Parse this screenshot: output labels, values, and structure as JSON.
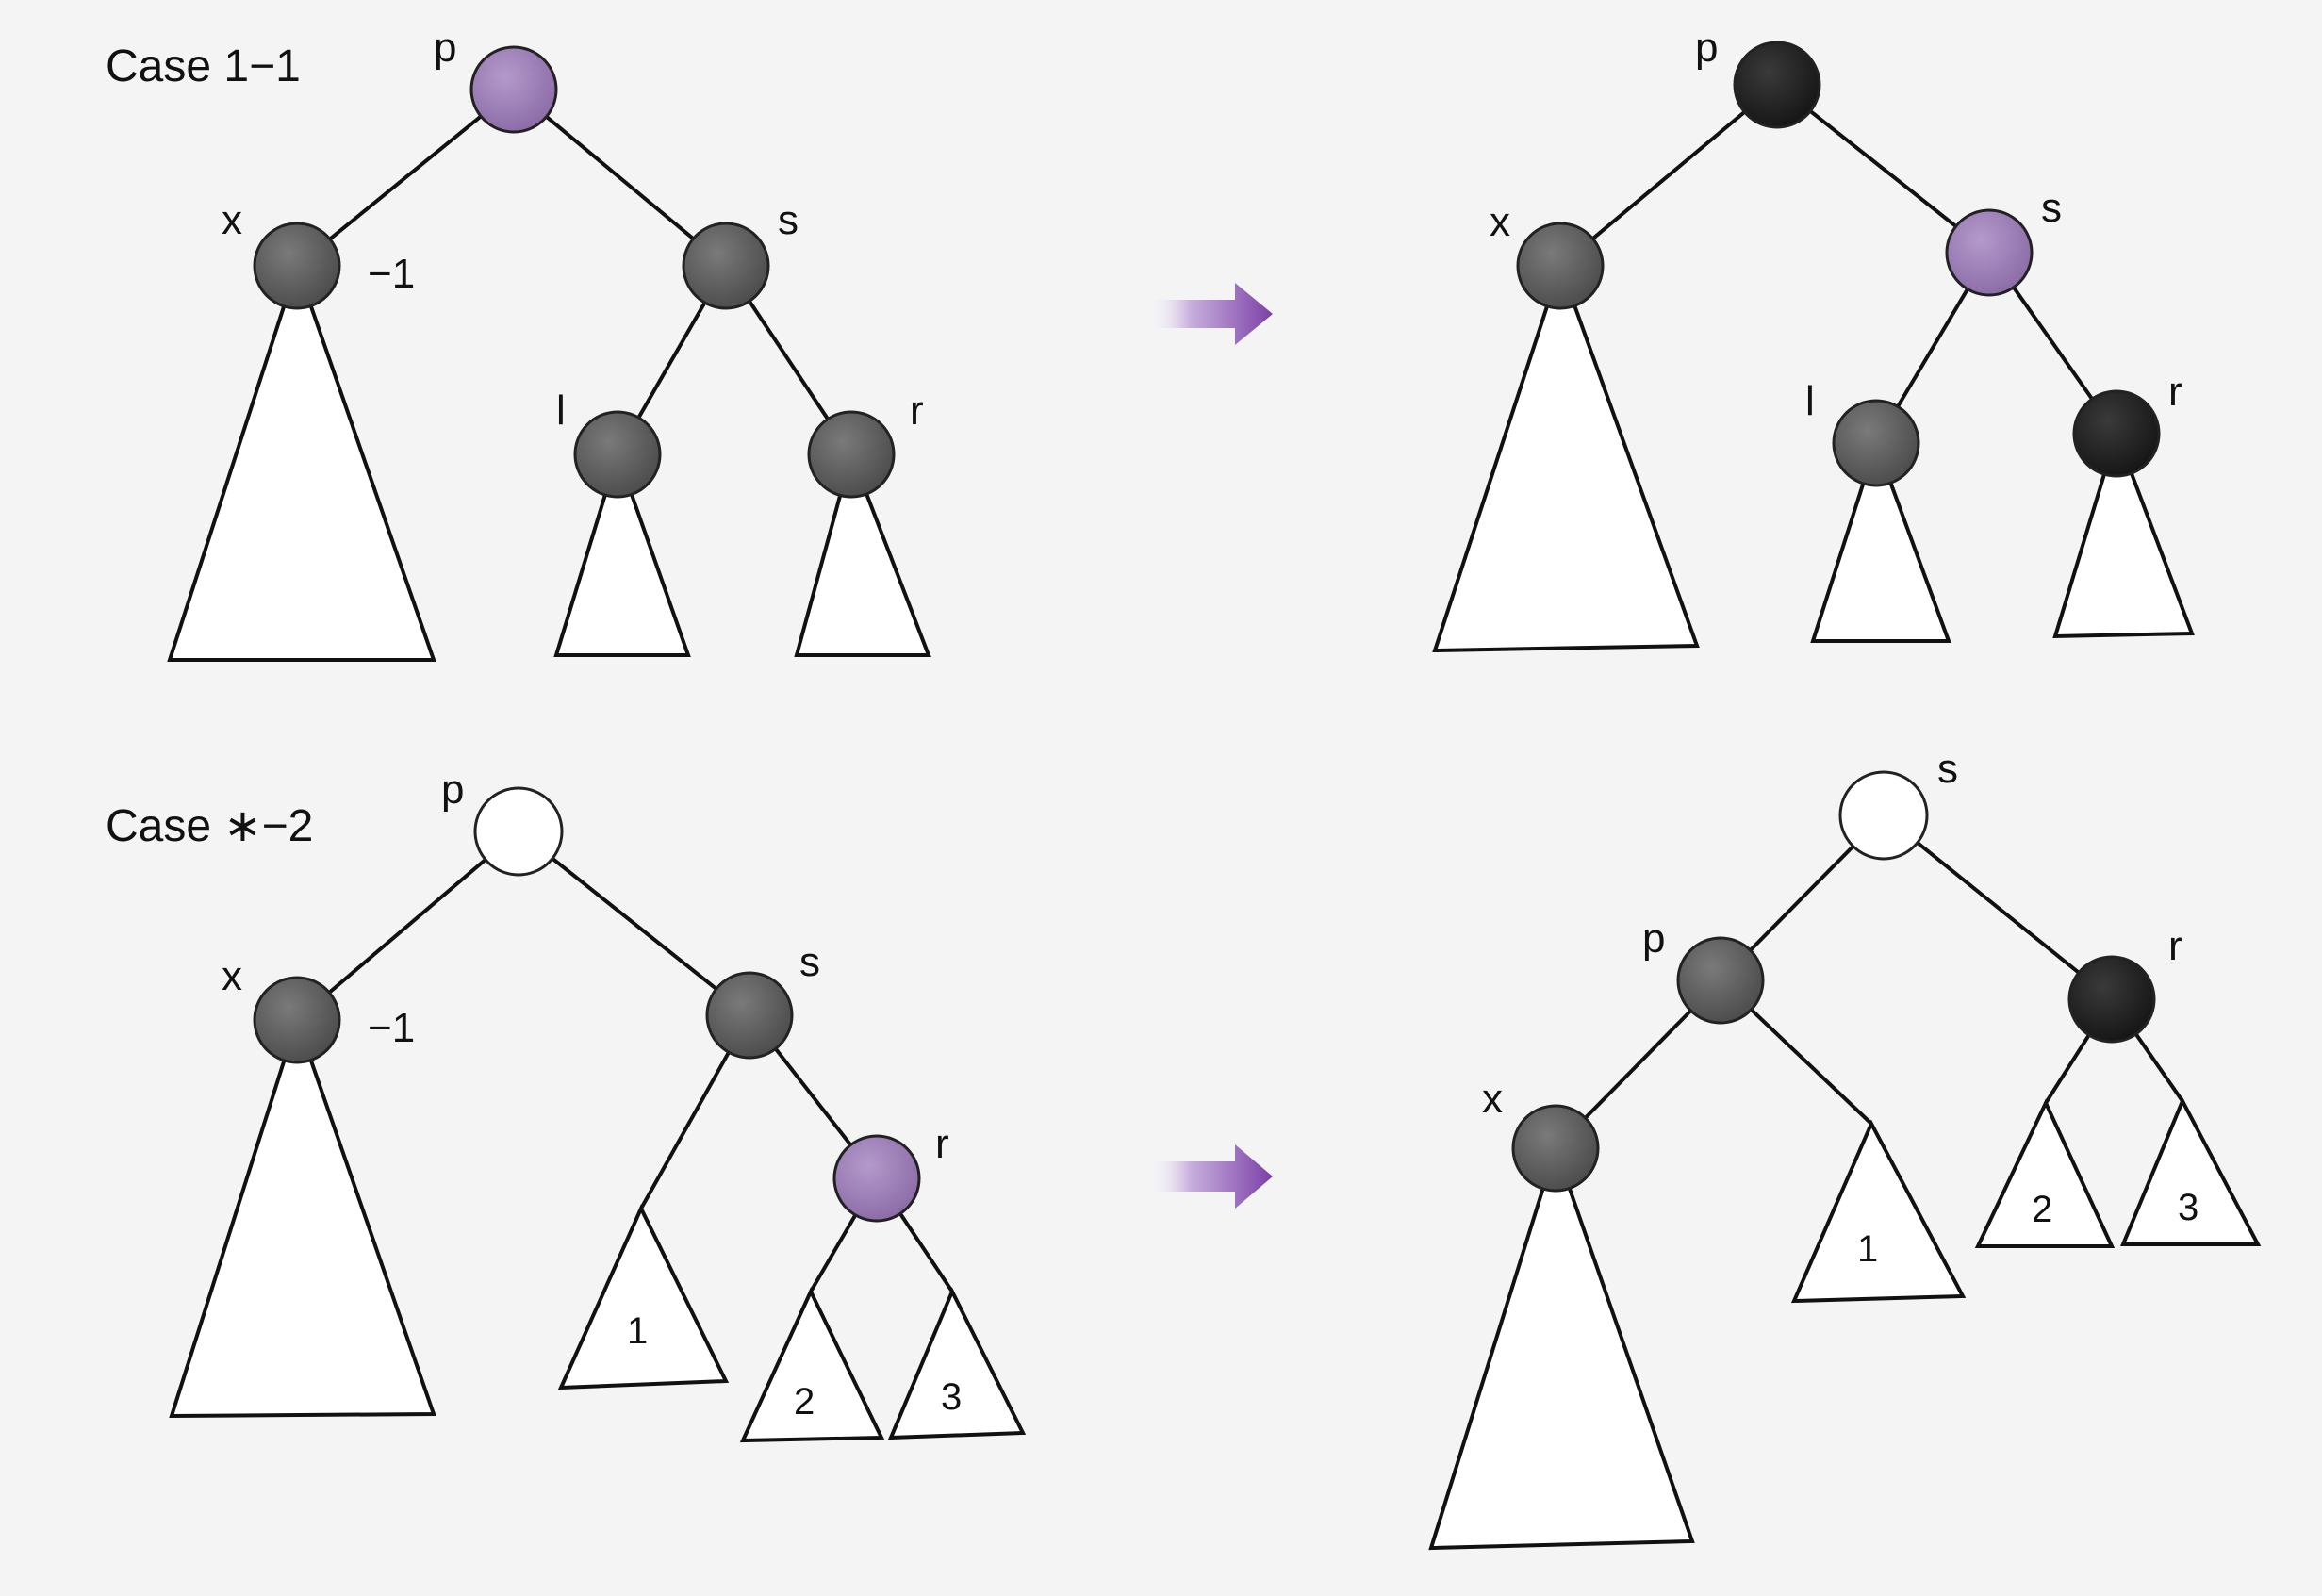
{
  "colors": {
    "black_node": "#1e1e1e",
    "gray_node": "#5a5a5a",
    "purple_node": "#9b7fb5",
    "white_node": "#ffffff",
    "arrow_start": "#ffffff",
    "arrow_end": "#7b3fa8"
  },
  "case1": {
    "title": "Case 1−1",
    "before": {
      "p": "p",
      "x": "x",
      "x_mark": "−1",
      "s": "s",
      "l": "l",
      "r": "r"
    },
    "after": {
      "p": "p",
      "x": "x",
      "s": "s",
      "l": "l",
      "r": "r"
    }
  },
  "case2": {
    "title": "Case ∗−2",
    "before": {
      "p": "p",
      "x": "x",
      "x_mark": "−1",
      "s": "s",
      "r": "r",
      "t1": "1",
      "t2": "2",
      "t3": "3"
    },
    "after": {
      "s": "s",
      "p": "p",
      "x": "x",
      "r": "r",
      "t1": "1",
      "t2": "2",
      "t3": "3"
    }
  },
  "icons": {
    "arrow1": "right-arrow-icon",
    "arrow2": "right-arrow-icon"
  }
}
